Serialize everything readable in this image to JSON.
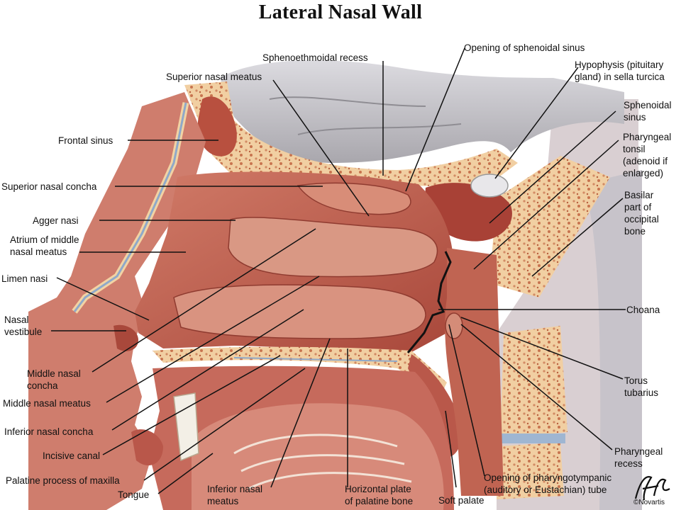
{
  "title": "Lateral Nasal Wall",
  "labels": {
    "frontal_sinus": "Frontal sinus",
    "superior_nasal_concha": "Superior nasal concha",
    "agger_nasi": "Agger nasi",
    "atrium_middle_meatus": [
      "Atrium of middle",
      "nasal meatus"
    ],
    "limen_nasi": "Limen nasi",
    "nasal_vestibule": [
      "Nasal",
      "vestibule"
    ],
    "middle_nasal_concha": [
      "Middle nasal",
      "concha"
    ],
    "middle_nasal_meatus": "Middle nasal meatus",
    "inferior_nasal_concha": "Inferior nasal concha",
    "incisive_canal": "Incisive canal",
    "palatine_process": "Palatine process of maxilla",
    "tongue": "Tongue",
    "inferior_nasal_meatus": [
      "Inferior nasal",
      "meatus"
    ],
    "horizontal_plate": [
      "Horizontal plate",
      "of palatine bone"
    ],
    "soft_palate": "Soft palate",
    "pharyngotympanic_opening": [
      "Opening of pharyngotympanic",
      "(auditory or Eustachian) tube"
    ],
    "superior_nasal_meatus": "Superior nasal meatus",
    "sphenoethmoidal_recess": "Sphenoethmoidal recess",
    "opening_sphenoidal_sinus": "Opening of sphenoidal sinus",
    "hypophysis": [
      "Hypophysis (pituitary",
      "gland) in sella turcica"
    ],
    "sphenoidal_sinus": [
      "Sphenoidal",
      "sinus"
    ],
    "pharyngeal_tonsil": [
      "Pharyngeal",
      "tonsil",
      "(adenoid if",
      "enlarged)"
    ],
    "basilar_occipital": [
      "Basilar",
      "part of",
      "occipital",
      "bone"
    ],
    "choana": "Choana",
    "torus_tubarius": [
      "Torus",
      "tubarius"
    ],
    "pharyngeal_recess": [
      "Pharyngeal",
      "recess"
    ]
  },
  "credit": "©Novartis",
  "colors": {
    "mucosa": "#c4604f",
    "mucosa_dark": "#9e3c30",
    "mucosa_light": "#dd8d77",
    "bone": "#f2d2a6",
    "bone_dot": "#c7734f",
    "brain": "#c8c6cc",
    "skin": "#cf7767",
    "leader": "#111111"
  }
}
